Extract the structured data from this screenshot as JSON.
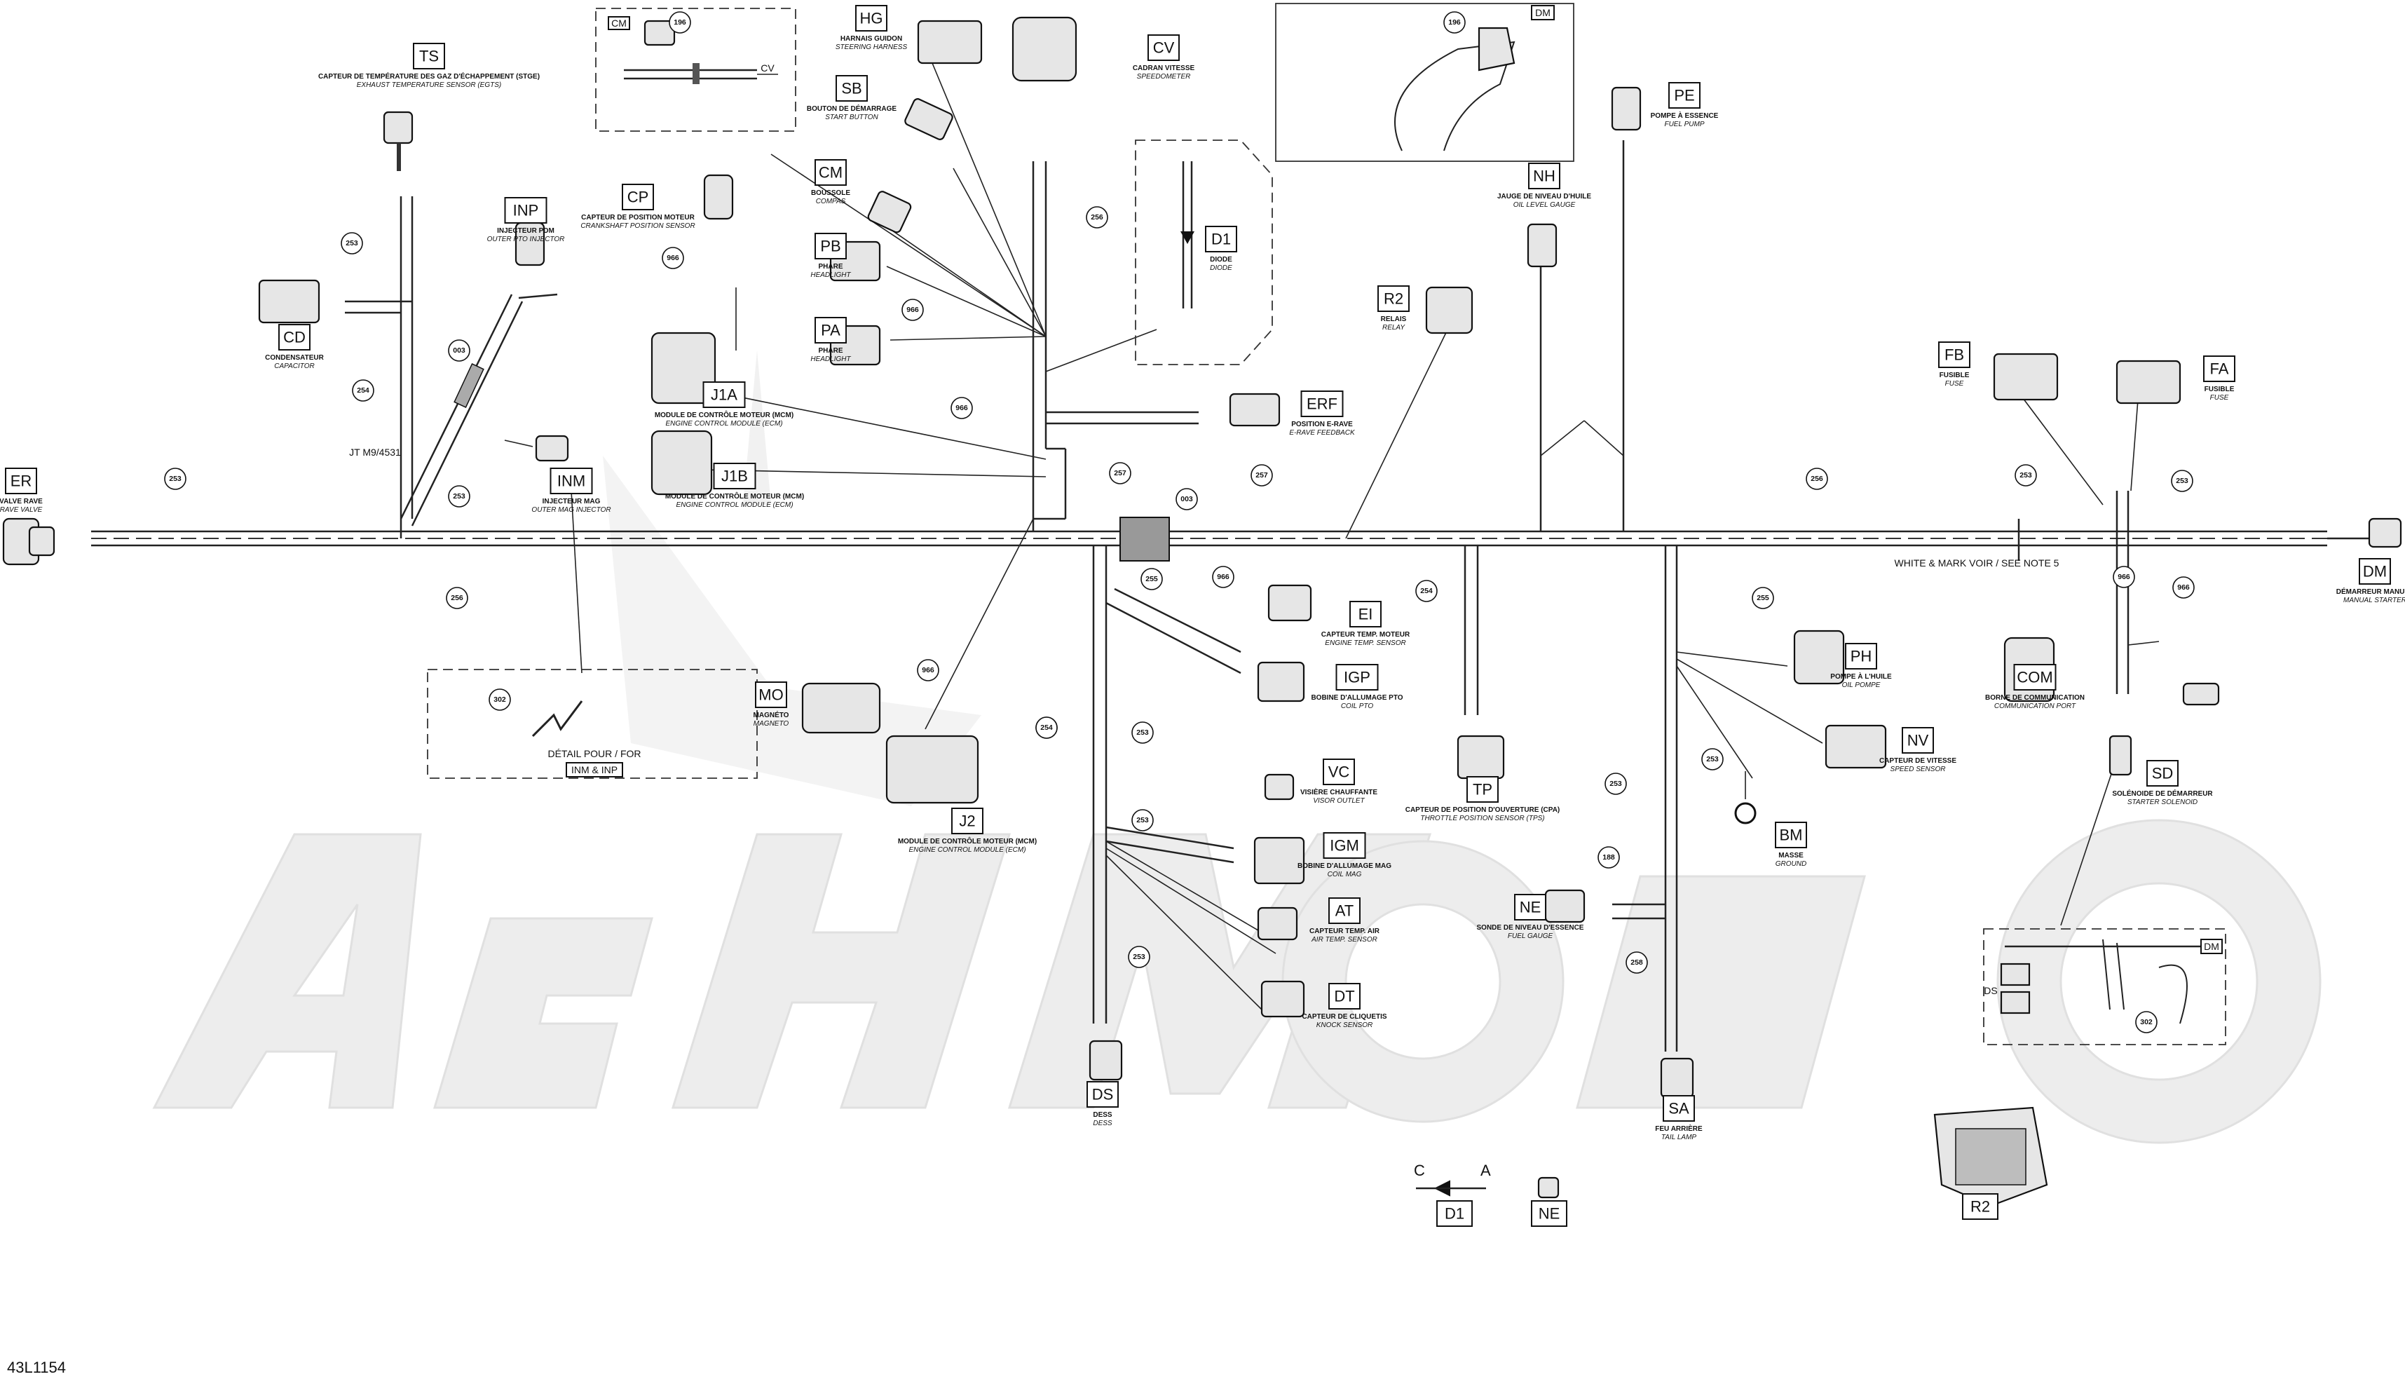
{
  "document_ref": "43L1154",
  "watermark": "AeHMoto",
  "labels": [
    {
      "code": "ER",
      "fr": "VALVE RAVE",
      "en": "RAVE VALVE"
    },
    {
      "code": "TS",
      "fr": "CAPTEUR DE TEMPÉRATURE DES GAZ D'ÉCHAPPEMENT (STGE)",
      "en": "EXHAUST TEMPERATURE SENSOR (EGTS)"
    },
    {
      "code": "INP",
      "fr": "INJECTEUR PDM",
      "en": "OUTER PTO INJECTOR"
    },
    {
      "code": "CP",
      "fr": "CAPTEUR DE POSITION MOTEUR",
      "en": "CRANKSHAFT POSITION SENSOR"
    },
    {
      "code": "CD",
      "fr": "CONDENSATEUR",
      "en": "CAPACITOR"
    },
    {
      "code": "INM",
      "fr": "INJECTEUR MAG",
      "en": "OUTER MAG INJECTOR"
    },
    {
      "code": "J1A",
      "fr": "MODULE DE CONTRÔLE MOTEUR (MCM)",
      "en": "ENGINE CONTROL MODULE (ECM)"
    },
    {
      "code": "J1B",
      "fr": "MODULE DE CONTRÔLE MOTEUR (MCM)",
      "en": "ENGINE CONTROL MODULE (ECM)"
    },
    {
      "code": "HG",
      "fr": "HARNAIS GUIDON",
      "en": "STEERING HARNESS"
    },
    {
      "code": "SB",
      "fr": "BOUTON DE DÉMARRAGE",
      "en": "START BUTTON"
    },
    {
      "code": "CV",
      "fr": "CADRAN VITESSE",
      "en": "SPEEDOMETER"
    },
    {
      "code": "CM",
      "fr": "BOUSSOLE",
      "en": "COMPAS"
    },
    {
      "code": "PB",
      "fr": "PHARE",
      "en": "HEADLIGHT"
    },
    {
      "code": "PA",
      "fr": "PHARE",
      "en": "HEADLIGHT"
    },
    {
      "code": "D1",
      "fr": "DIODE",
      "en": "DIODE"
    },
    {
      "code": "ERF",
      "fr": "POSITION E-RAVE",
      "en": "E-RAVE FEEDBACK"
    },
    {
      "code": "R2",
      "fr": "RELAIS",
      "en": "RELAY"
    },
    {
      "code": "NH",
      "fr": "JAUGE DE NIVEAU D'HUILE",
      "en": "OIL LEVEL GAUGE"
    },
    {
      "code": "PE",
      "fr": "POMPE À ESSENCE",
      "en": "FUEL PUMP"
    },
    {
      "code": "FB",
      "fr": "FUSIBLE",
      "en": "FUSE"
    },
    {
      "code": "FA",
      "fr": "FUSIBLE",
      "en": "FUSE"
    },
    {
      "code": "DM",
      "fr": "DÉMARREUR MANUEL",
      "en": "MANUAL STARTER"
    },
    {
      "code": "EI",
      "fr": "CAPTEUR TEMP. MOTEUR",
      "en": "ENGINE TEMP. SENSOR"
    },
    {
      "code": "IGP",
      "fr": "BOBINE D'ALLUMAGE PTO",
      "en": "COIL PTO"
    },
    {
      "code": "MO",
      "fr": "MAGNÉTO",
      "en": "MAGNETO"
    },
    {
      "code": "J2",
      "fr": "MODULE DE CONTRÔLE MOTEUR (MCM)",
      "en": "ENGINE CONTROL MODULE (ECM)"
    },
    {
      "code": "VC",
      "fr": "VISIÈRE CHAUFFANTE",
      "en": "VISOR OUTLET"
    },
    {
      "code": "IGM",
      "fr": "BOBINE D'ALLUMAGE MAG",
      "en": "COIL MAG"
    },
    {
      "code": "AT",
      "fr": "CAPTEUR TEMP. AIR",
      "en": "AIR TEMP. SENSOR"
    },
    {
      "code": "DT",
      "fr": "CAPTEUR DE CLIQUETIS",
      "en": "KNOCK SENSOR"
    },
    {
      "code": "DS",
      "fr": "DESS",
      "en": "DESS"
    },
    {
      "code": "TP",
      "fr": "CAPTEUR DE POSITION D'OUVERTURE (CPA)",
      "en": "THROTTLE POSITION SENSOR (TPS)"
    },
    {
      "code": "NE",
      "fr": "SONDE DE NIVEAU D'ESSENCE",
      "en": "FUEL GAUGE"
    },
    {
      "code": "PH",
      "fr": "POMPE À L'HUILE",
      "en": "OIL POMPE"
    },
    {
      "code": "NV",
      "fr": "CAPTEUR DE VITESSE",
      "en": "SPEED SENSOR"
    },
    {
      "code": "BM",
      "fr": "MASSE",
      "en": "GROUND"
    },
    {
      "code": "SA",
      "fr": "FEU ARRIÈRE",
      "en": "TAIL LAMP"
    },
    {
      "code": "COM",
      "fr": "BORNE DE COMMUNICATION",
      "en": "COMMUNICATION PORT"
    },
    {
      "code": "SD",
      "fr": "SOLÉNOIDE DE DÉMARREUR",
      "en": "STARTER SOLENOID"
    }
  ],
  "circle_numbers": [
    "253",
    "254",
    "253",
    "003",
    "253",
    "256",
    "196",
    "196",
    "966",
    "966",
    "966",
    "256",
    "257",
    "003",
    "257",
    "255",
    "966",
    "254",
    "253",
    "254",
    "253",
    "253",
    "966",
    "254",
    "255",
    "253",
    "253",
    "188",
    "258",
    "253",
    "253",
    "966",
    "256",
    "302",
    "302",
    "966"
  ],
  "notes": {
    "jt": "JT M9/4531",
    "detail_inm": "DÉTAIL POUR / FOR",
    "detail_inm_ref": "INM & INP",
    "com_note": "WHITE & MARK VOIR / SEE NOTE 5",
    "cm_tag": "CM",
    "cv_tag": "CV",
    "dm_tag": "DM",
    "sd_tag": "DS",
    "sd_target": "DM",
    "diode_c": "C",
    "diode_a": "A"
  },
  "legend": {
    "d1": "D1",
    "ne": "NE",
    "r2": "R2"
  }
}
